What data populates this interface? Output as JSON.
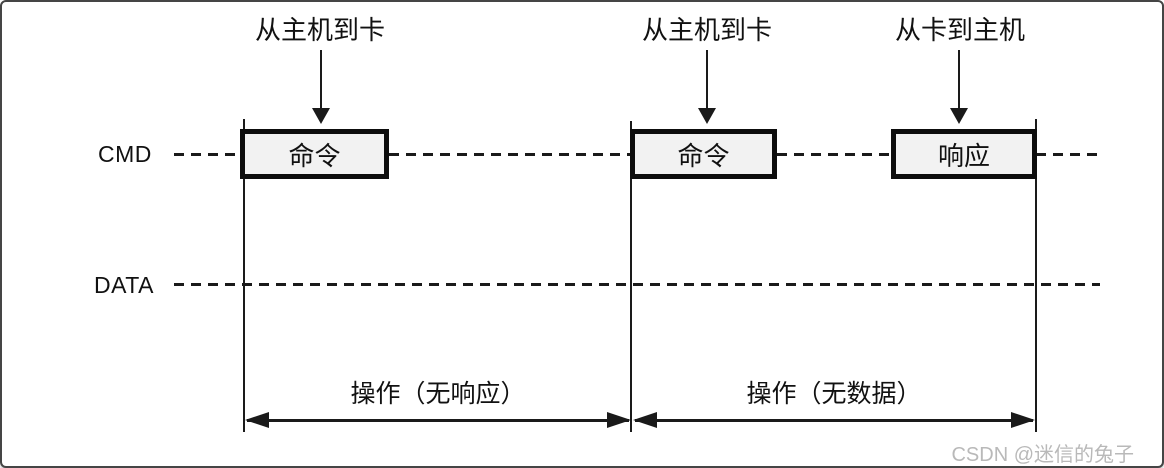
{
  "diagram": {
    "row_labels": {
      "cmd": "CMD",
      "data": "DATA"
    },
    "top_annotations": [
      {
        "label": "从主机到卡",
        "direction": "host-to-card",
        "points_to": "命令"
      },
      {
        "label": "从主机到卡",
        "direction": "host-to-card",
        "points_to": "命令"
      },
      {
        "label": "从卡到主机",
        "direction": "card-to-host",
        "points_to": "响应"
      }
    ],
    "boxes": [
      {
        "label": "命令",
        "line": "CMD"
      },
      {
        "label": "命令",
        "line": "CMD"
      },
      {
        "label": "响应",
        "line": "CMD"
      }
    ],
    "span_labels": [
      {
        "label": "操作（无响应）"
      },
      {
        "label": "操作（无数据）"
      }
    ],
    "watermark": "CSDN @迷信的兔子",
    "colors": {
      "line": "#1a1a1a",
      "box_fill": "#f2f2f2",
      "box_border": "#0d0d0d",
      "watermark": "#b9b9b9"
    }
  }
}
